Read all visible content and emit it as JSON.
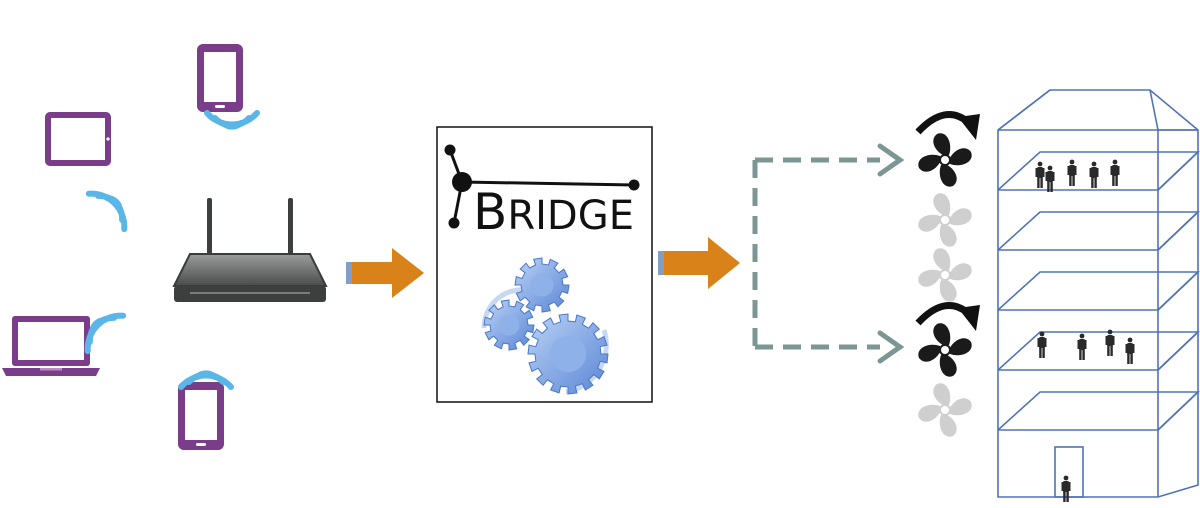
{
  "bridge": {
    "first_letter": "B",
    "rest_letters": "RIDGE"
  },
  "colors": {
    "device_purple": "#7a3d8a",
    "wifi_blue": "#5bb6e8",
    "arrow_orange": "#d98219",
    "arrow_tail_blue": "#7f9fc8",
    "dashed_teal": "#7c9694",
    "gear_blue": "#6f9be0",
    "building_blue": "#4f73b8",
    "fan_active": "#1a1a1a",
    "fan_inactive": "#cfcfcf"
  },
  "nodes": {
    "devices": [
      "tablet-icon",
      "smartphone-icon",
      "laptop-icon",
      "smartphone-icon"
    ],
    "router": "wifi-router-icon",
    "processor": "bridge-gear-box",
    "actuators": [
      "fan-active",
      "fan-inactive",
      "fan-inactive",
      "fan-active",
      "fan-inactive"
    ],
    "target": "building-icon"
  }
}
